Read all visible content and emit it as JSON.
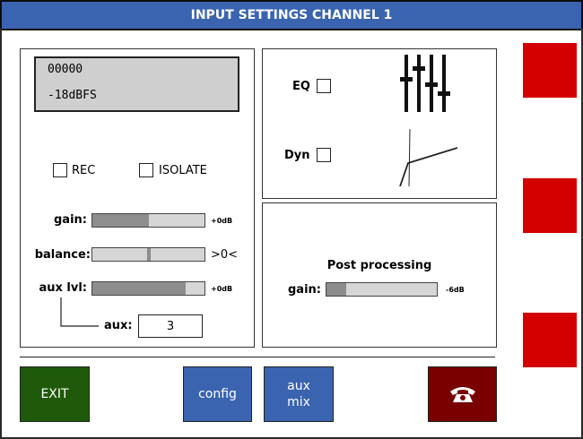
{
  "window": {
    "title": "INPUT SETTINGS CHANNEL 1"
  },
  "display": {
    "line1": "00000",
    "line2": "-18dBFS"
  },
  "toggles": {
    "rec_label": "REC",
    "isolate_label": "ISOLATE"
  },
  "gain": {
    "label": "gain:",
    "value": "+0dB",
    "level": 0.5
  },
  "balance": {
    "label": "balance:",
    "value": ">0<",
    "position": 0.5
  },
  "aux_level": {
    "label": "aux lvl:",
    "value": "+0dB",
    "level": 0.83
  },
  "aux": {
    "label": "aux:",
    "value": "3"
  },
  "processing": {
    "eq_label": "EQ",
    "dyn_label": "Dyn"
  },
  "post": {
    "title": "Post processing",
    "gain_label": "gain:",
    "gain_value": "-6dB",
    "level": 0.18
  },
  "buttons": {
    "exit": "EXIT",
    "config": "config",
    "aux_mix_line1": "aux",
    "aux_mix_line2": "mix"
  },
  "colors": {
    "title_bar": "#3a64b0",
    "exit": "#1e5a0a",
    "blue_button": "#3a64b0",
    "phone": "#7a0000",
    "side_tab": "#d40000"
  },
  "icons": {
    "phone": "telephone-icon",
    "eq": "eq-faders-icon",
    "dyn": "dynamics-curve-icon"
  }
}
